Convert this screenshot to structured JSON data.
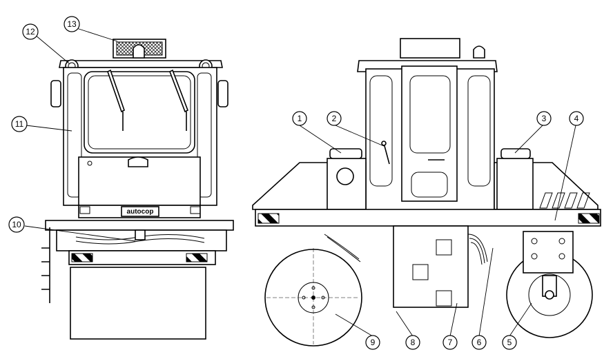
{
  "diagram": {
    "brand_plate": "autocop",
    "callouts": [
      {
        "id": "c1",
        "label": "1"
      },
      {
        "id": "c2",
        "label": "2"
      },
      {
        "id": "c3",
        "label": "3"
      },
      {
        "id": "c4",
        "label": "4"
      },
      {
        "id": "c5",
        "label": "5"
      },
      {
        "id": "c6",
        "label": "6"
      },
      {
        "id": "c7",
        "label": "7"
      },
      {
        "id": "c8",
        "label": "8"
      },
      {
        "id": "c9",
        "label": "9"
      },
      {
        "id": "c10",
        "label": "10"
      },
      {
        "id": "c11",
        "label": "11"
      },
      {
        "id": "c12",
        "label": "12"
      },
      {
        "id": "c13",
        "label": "13"
      }
    ]
  }
}
